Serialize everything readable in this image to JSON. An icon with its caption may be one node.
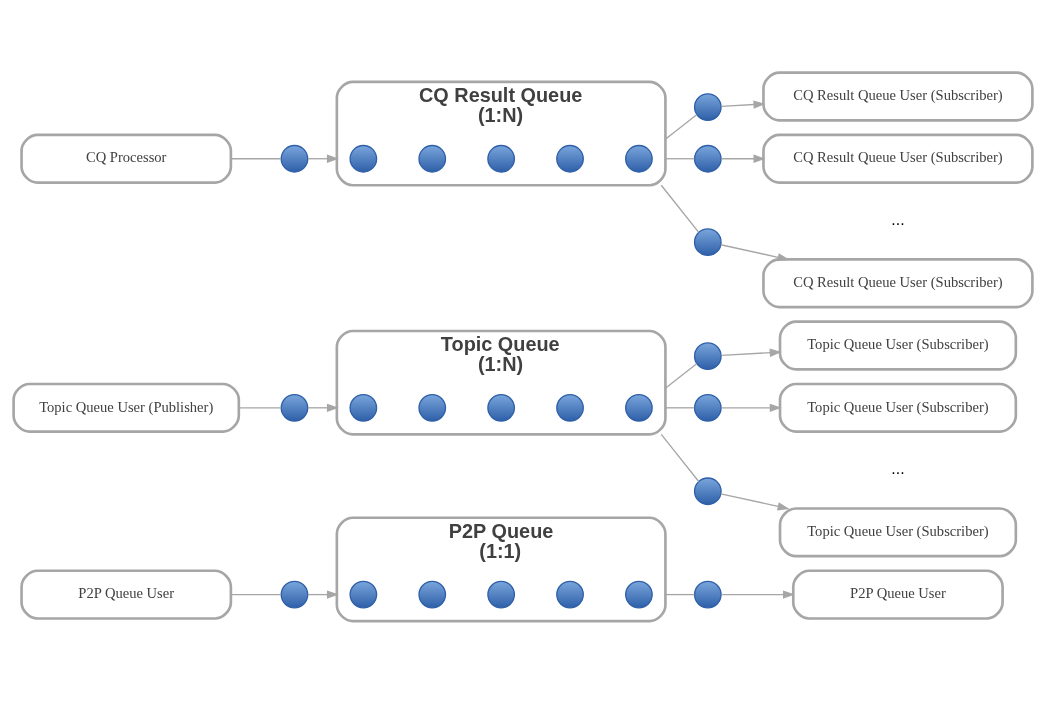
{
  "diagram": {
    "nodes": [
      {
        "text": [
          "P2P Queue User"
        ]
      },
      {
        "text": [],
        "shape": "circle"
      },
      {
        "text": [
          "P2P Queue",
          "(1:1)"
        ]
      },
      {
        "text": [],
        "shape": "circle",
        "in": 2
      },
      {
        "text": [],
        "shape": "circle",
        "in": 2
      },
      {
        "text": [],
        "shape": "circle",
        "in": 2
      },
      {
        "text": [],
        "shape": "circle",
        "in": 2
      },
      {
        "text": [],
        "shape": "circle",
        "in": 2
      },
      {
        "text": [],
        "shape": "circle"
      },
      {
        "text": [
          "P2P Queue User"
        ]
      },
      {
        "text": [
          "Topic Queue User (Publisher)"
        ]
      },
      {
        "text": [],
        "shape": "circle"
      },
      {
        "text": [
          "Topic Queue",
          "(1:N)"
        ]
      },
      {
        "text": [],
        "shape": "circle",
        "in": 12
      },
      {
        "text": [],
        "shape": "circle",
        "in": 12
      },
      {
        "text": [],
        "shape": "circle",
        "in": 12
      },
      {
        "text": [],
        "shape": "circle",
        "in": 12
      },
      {
        "text": [],
        "shape": "circle",
        "in": 12
      },
      {
        "text": [],
        "shape": "circle"
      },
      {
        "text": [],
        "shape": "circle"
      },
      {
        "text": [],
        "shape": "circle"
      },
      {
        "text": [
          "Topic Queue User (Subscriber)"
        ]
      },
      {
        "text": [
          "Topic Queue User (Subscriber)"
        ]
      },
      {
        "text": [
          "Topic Queue User (Subscriber)"
        ]
      },
      {
        "text": [
          "CQ Processor"
        ]
      },
      {
        "text": [],
        "shape": "circle"
      },
      {
        "text": [
          "CQ Result Queue",
          "(1:N)"
        ]
      },
      {
        "text": [],
        "shape": "circle",
        "in": 26
      },
      {
        "text": [],
        "shape": "circle",
        "in": 26
      },
      {
        "text": [],
        "shape": "circle",
        "in": 26
      },
      {
        "text": [],
        "shape": "circle",
        "in": 26
      },
      {
        "text": [],
        "shape": "circle",
        "in": 26
      },
      {
        "text": [],
        "shape": "circle"
      },
      {
        "text": [],
        "shape": "circle"
      },
      {
        "text": [],
        "shape": "circle"
      },
      {
        "text": [
          "CQ Result Queue User (Subscriber)"
        ]
      },
      {
        "text": [
          "CQ Result Queue User (Subscriber)"
        ]
      },
      {
        "text": [
          "CQ Result Queue User (Subscriber)"
        ]
      }
    ],
    "edges": [
      {
        "from": 0,
        "to": 1,
        "arrow": "none"
      },
      {
        "from": 1,
        "to": 2,
        "arrow": "to"
      },
      {
        "from": 2,
        "to": 8,
        "arrow": "none"
      },
      {
        "from": 8,
        "to": 9,
        "arrow": "to"
      },
      {
        "from": 10,
        "to": 11,
        "arrow": "none"
      },
      {
        "from": 11,
        "to": 12,
        "arrow": "to"
      },
      {
        "from": 12,
        "to": 18,
        "arrow": "none"
      },
      {
        "from": 12,
        "to": 19,
        "arrow": "none"
      },
      {
        "from": 12,
        "to": 20,
        "arrow": "none"
      },
      {
        "from": 18,
        "to": 21,
        "arrow": "to"
      },
      {
        "from": 19,
        "to": 22,
        "arrow": "to"
      },
      {
        "from": 20,
        "to": 23,
        "arrow": "to"
      },
      {
        "from": 24,
        "to": 25,
        "arrow": "none"
      },
      {
        "from": 25,
        "to": 26,
        "arrow": "to"
      },
      {
        "from": 26,
        "to": 32,
        "arrow": "none"
      },
      {
        "from": 26,
        "to": 33,
        "arrow": "none"
      },
      {
        "from": 26,
        "to": 34,
        "arrow": "none"
      },
      {
        "from": 32,
        "to": 35,
        "arrow": "to"
      },
      {
        "from": 33,
        "to": 36,
        "arrow": "to"
      },
      {
        "from": 34,
        "to": 37,
        "arrow": "to"
      }
    ],
    "labels": [
      "...",
      "..."
    ]
  }
}
